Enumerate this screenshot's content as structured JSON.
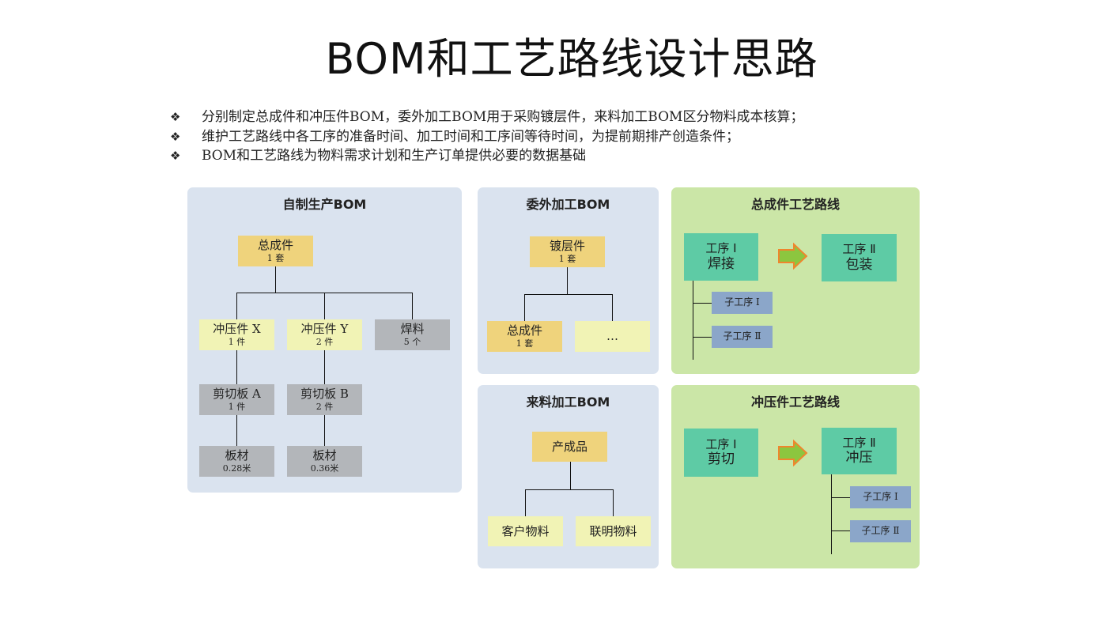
{
  "title": "BOM和工艺路线设计思路",
  "bullets": [
    "分别制定总成件和冲压件BOM，委外加工BOM用于采购镀层件，来料加工BOM区分物料成本核算；",
    "维护工艺路线中各工序的准备时间、加工时间和工序间等待时间，为提前期排产创造条件；",
    "BOM和工艺路线为物料需求计划和生产订单提供必要的数据基础"
  ],
  "bullet_mark": "❖",
  "self_bom": {
    "title": "自制生产BOM",
    "root": {
      "name": "总成件",
      "qty": "1 套"
    },
    "level1": [
      {
        "name": "冲压件 X",
        "qty": "1 件"
      },
      {
        "name": "冲压件 Y",
        "qty": "2 件"
      },
      {
        "name": "焊料",
        "qty": "5 个"
      }
    ],
    "level2": [
      {
        "name": "剪切板 A",
        "qty": "1 件"
      },
      {
        "name": "剪切板 B",
        "qty": "2 件"
      }
    ],
    "level3": [
      {
        "name": "板材",
        "qty": "0.28米"
      },
      {
        "name": "板材",
        "qty": "0.36米"
      }
    ]
  },
  "outsource_bom": {
    "title": "委外加工BOM",
    "root": {
      "name": "镀层件",
      "qty": "1 套"
    },
    "children": [
      {
        "name": "总成件",
        "qty": "1 套"
      },
      {
        "name": "…",
        "qty": ""
      }
    ]
  },
  "incoming_bom": {
    "title": "来料加工BOM",
    "root": {
      "name": "产成品"
    },
    "children": [
      {
        "name": "客户物料"
      },
      {
        "name": "联明物料"
      }
    ]
  },
  "assembly_route": {
    "title": "总成件工艺路线",
    "op1": {
      "step": "工序 Ⅰ",
      "name": "焊接"
    },
    "op2": {
      "step": "工序 Ⅱ",
      "name": "包装"
    },
    "subs": [
      "子工序 Ⅰ",
      "子工序 Ⅱ"
    ]
  },
  "stamping_route": {
    "title": "冲压件工艺路线",
    "op1": {
      "step": "工序 Ⅰ",
      "name": "剪切"
    },
    "op2": {
      "step": "工序 Ⅱ",
      "name": "冲压"
    },
    "subs": [
      "子工序 Ⅰ",
      "子工序 Ⅱ"
    ]
  },
  "colors": {
    "panel_blue": "#dae3ef",
    "panel_green": "#cbe6a7",
    "box_yellow": "#efd37c",
    "box_light_yellow": "#f1f3b5",
    "box_gray": "#b3b6ba",
    "op_teal": "#5ecba5",
    "sub_blue": "#8ba6c9",
    "arrow_fill": "#8cc63f",
    "arrow_edge": "#f0852d"
  },
  "icons": {
    "arrow": "right-arrow-icon",
    "bullet": "diamond-bullet-icon"
  }
}
